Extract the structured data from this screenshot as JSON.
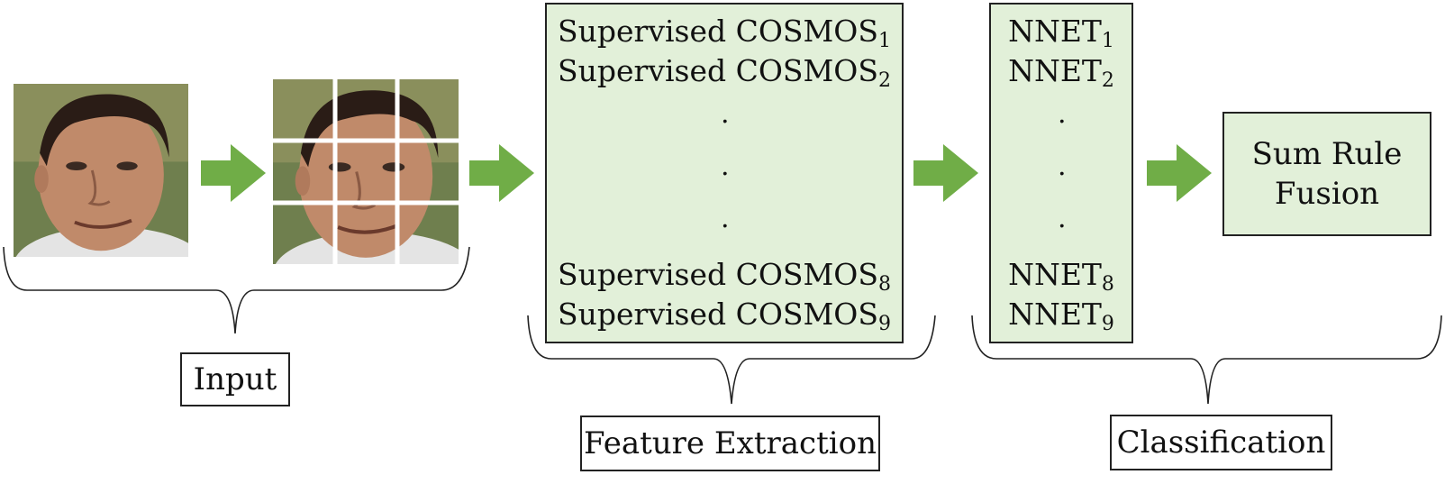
{
  "input": {
    "label": "Input"
  },
  "feature_extraction": {
    "label": "Feature Extraction",
    "items": [
      {
        "text": "Supervised COSMOS",
        "sub": "1"
      },
      {
        "text": "Supervised COSMOS",
        "sub": "2"
      },
      {
        "text": "Supervised COSMOS",
        "sub": "8"
      },
      {
        "text": "Supervised COSMOS",
        "sub": "9"
      }
    ],
    "ellipsis": [
      ".",
      ".",
      "."
    ]
  },
  "classifiers": {
    "items": [
      {
        "text": "NNET",
        "sub": "1"
      },
      {
        "text": "NNET",
        "sub": "2"
      },
      {
        "text": "NNET",
        "sub": "8"
      },
      {
        "text": "NNET",
        "sub": "9"
      }
    ],
    "ellipsis": [
      ".",
      ".",
      "."
    ]
  },
  "fusion": {
    "line1": "Sum Rule",
    "line2": "Fusion"
  },
  "classification": {
    "label": "Classification"
  },
  "colors": {
    "box_fill": "#e2f0d9",
    "arrow": "#70ad47",
    "skin": "#c08a6a",
    "hair": "#2a1c16",
    "shirt": "#e6e6e6",
    "background_photo": "#7a8a5a"
  }
}
